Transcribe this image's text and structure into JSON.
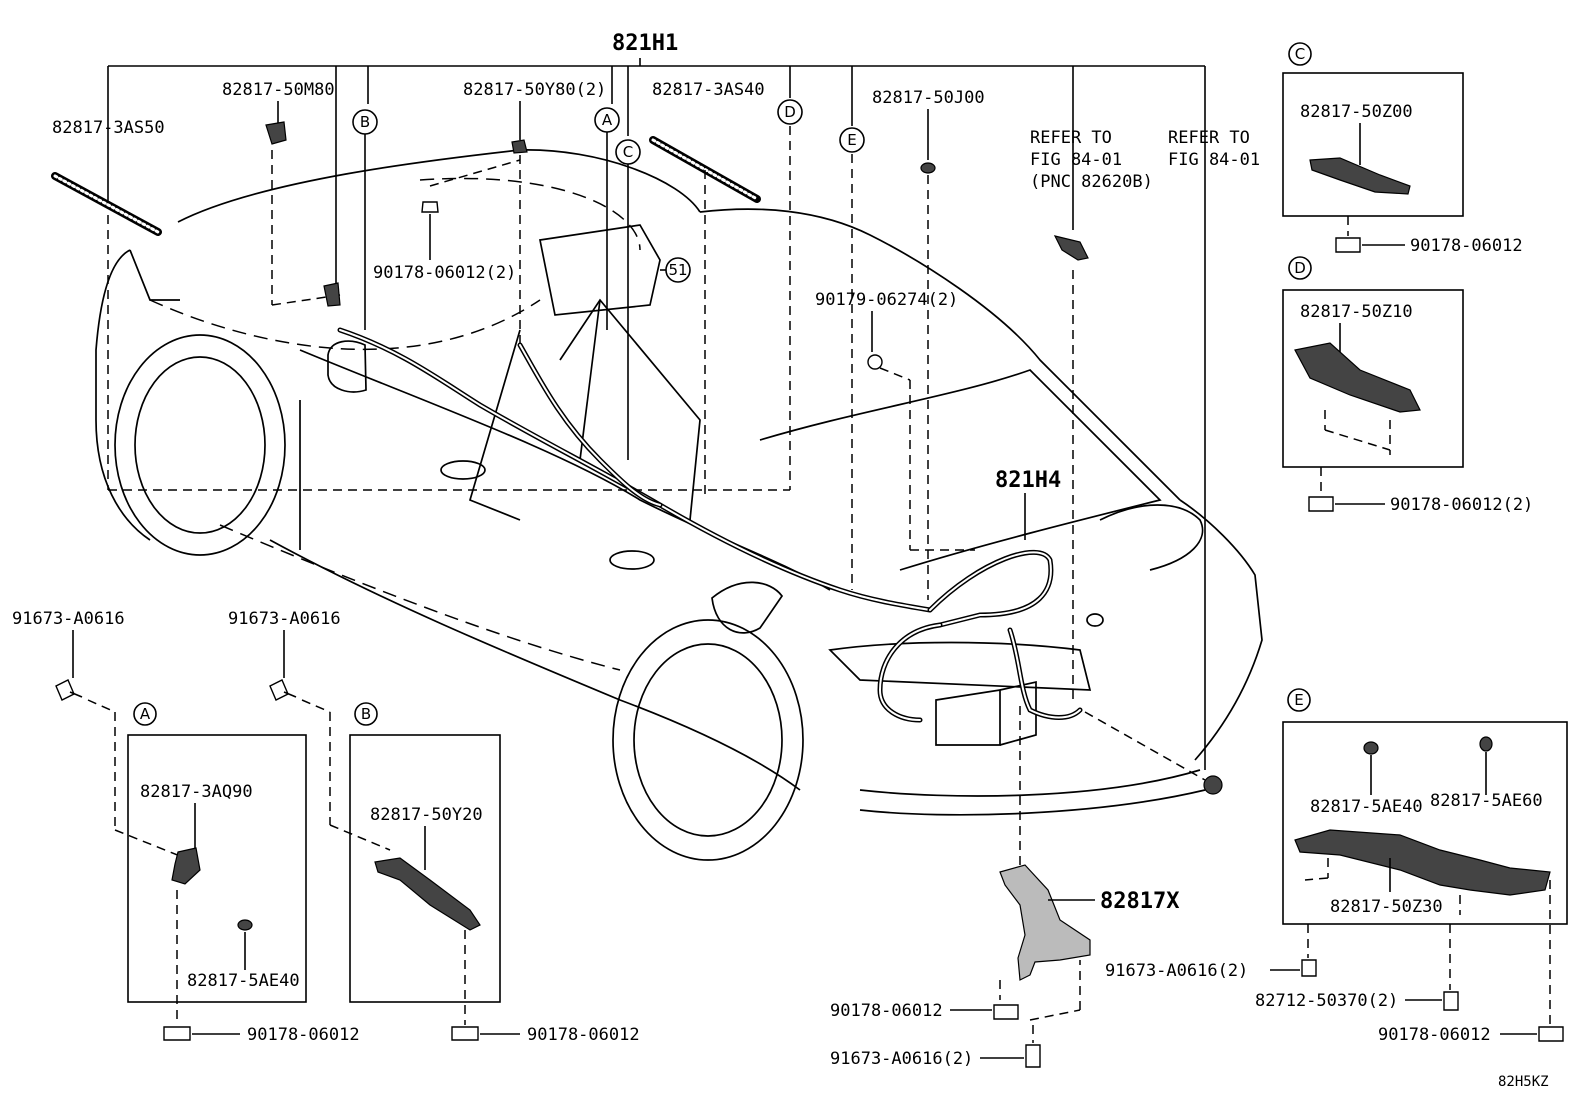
{
  "figure": {
    "code": "82H5KZ"
  },
  "main_assembly": {
    "harness_821H1": "821H1",
    "harness_821H4": "821H4",
    "bracket_82817X": "82817X"
  },
  "callouts": {
    "p_3AS50": "82817-3AS50",
    "p_50M80": "82817-50M80",
    "p_50Y80": "82817-50Y80(2)",
    "p_3AS40": "82817-3AS40",
    "p_50J00": "82817-50J00",
    "refer_left_1": "REFER TO",
    "refer_left_2": "FIG 84-01",
    "refer_left_3": "(PNC 82620B)",
    "refer_right_1": "REFER TO",
    "refer_right_2": "FIG 84-01",
    "p_90178_2_top": "90178-06012(2)",
    "p_90179": "90179-06274(2)",
    "p_51": "51",
    "p_91673_left": "91673-A0616",
    "p_91673_mid": "91673-A0616",
    "p_90178_bottom": "90178-06012",
    "p_91673_bottom2": "91673-A0616(2)"
  },
  "circle_refs": {
    "A": "A",
    "B": "B",
    "C": "C",
    "D": "D",
    "E": "E"
  },
  "detail_A": {
    "tag": "A",
    "part1": "82817-3AQ90",
    "part2": "82817-5AE40",
    "fastener": "90178-06012"
  },
  "detail_B": {
    "tag": "B",
    "part1": "82817-50Y20",
    "fastener": "90178-06012"
  },
  "detail_C": {
    "tag": "C",
    "part1": "82817-50Z00",
    "fastener": "90178-06012"
  },
  "detail_D": {
    "tag": "D",
    "part1": "82817-50Z10",
    "fastener": "90178-06012(2)"
  },
  "detail_E": {
    "tag": "E",
    "part1": "82817-5AE40",
    "part2": "82817-5AE60",
    "part3": "82817-50Z30",
    "fastener1": "91673-A0616(2)",
    "fastener2": "82712-50370(2)",
    "fastener3": "90178-06012"
  }
}
